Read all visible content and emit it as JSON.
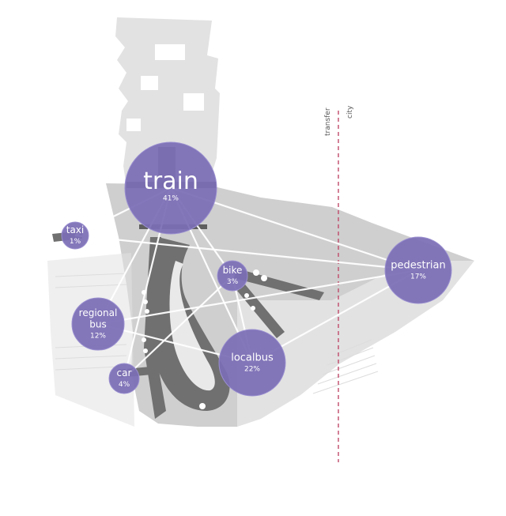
{
  "colors": {
    "node_fill": "#7b6db5",
    "node_stroke": "#9a8fd0",
    "link": "#ffffff",
    "boundary": "#c04a6a",
    "site_light": "#e2e2e2",
    "site_mid": "#cfcfcf",
    "site_dark": "#707070"
  },
  "boundary": {
    "left_label": "transfer",
    "right_label": "city"
  },
  "nodes": [
    {
      "id": "train",
      "label_lines": [
        "train"
      ],
      "share": "41%",
      "share_value": 41
    },
    {
      "id": "taxi",
      "label_lines": [
        "taxi"
      ],
      "share": "1%",
      "share_value": 1
    },
    {
      "id": "bike",
      "label_lines": [
        "bike"
      ],
      "share": "3%",
      "share_value": 3
    },
    {
      "id": "pedestrian",
      "label_lines": [
        "pedestrian"
      ],
      "share": "17%",
      "share_value": 17
    },
    {
      "id": "regional-bus",
      "label_lines": [
        "regional",
        "bus"
      ],
      "share": "12%",
      "share_value": 12
    },
    {
      "id": "localbus",
      "label_lines": [
        "localbus"
      ],
      "share": "22%",
      "share_value": 22
    },
    {
      "id": "car",
      "label_lines": [
        "car"
      ],
      "share": "4%",
      "share_value": 4
    }
  ],
  "links": [
    [
      "train",
      "taxi"
    ],
    [
      "train",
      "pedestrian"
    ],
    [
      "train",
      "bike"
    ],
    [
      "train",
      "regional-bus"
    ],
    [
      "train",
      "localbus"
    ],
    [
      "train",
      "car"
    ],
    [
      "taxi",
      "pedestrian"
    ],
    [
      "bike",
      "localbus"
    ],
    [
      "regional-bus",
      "pedestrian"
    ],
    [
      "regional-bus",
      "localbus"
    ],
    [
      "localbus",
      "pedestrian"
    ],
    [
      "car",
      "bike"
    ]
  ]
}
